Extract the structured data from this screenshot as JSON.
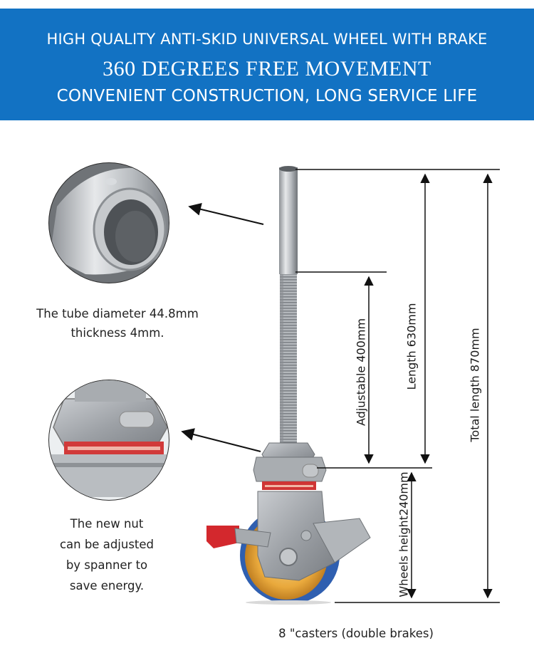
{
  "banner": {
    "line1": "HIGH QUALITY ANTI-SKID UNIVERSAL WHEEL WITH BRAKE",
    "line2": "360 DEGREES FREE MOVEMENT",
    "line3": "CONVENIENT CONSTRUCTION, LONG SERVICE LIFE",
    "background": "#1272c3"
  },
  "callouts": {
    "tube": {
      "line1": "The tube diameter 44.8mm",
      "line2": "thickness 4mm."
    },
    "nut": {
      "line1": "The new nut",
      "line2": "can be adjusted",
      "line3": "by spanner to",
      "line4": "save energy."
    }
  },
  "dimensions": {
    "adjustable": "Adjustable 400mm",
    "length": "Length 630mm",
    "total": "Total length 870mm",
    "wheels": "Wheels height240mm"
  },
  "product_caption": "8 \"casters (double brakes)"
}
